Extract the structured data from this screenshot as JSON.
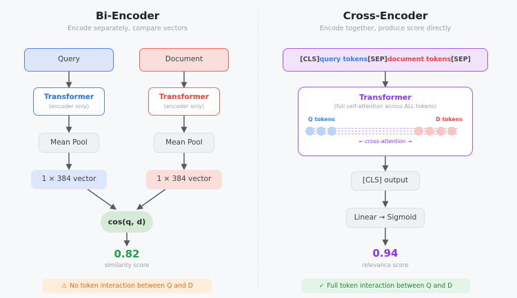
{
  "panels": {
    "left": {
      "title": "Bi-Encoder",
      "subtitle": "Encode separately, compare vectors",
      "query_box": "Query",
      "document_box": "Document",
      "transformer_q_title": "Transformer",
      "transformer_q_sub": "(encoder only)",
      "transformer_d_title": "Transformer",
      "transformer_d_sub": "(encoder only)",
      "mean_pool_q": "Mean Pool",
      "mean_pool_d": "Mean Pool",
      "vector_q": "1 × 384 vector",
      "vector_d": "1 × 384 vector",
      "cos_node": "cos(q, d)",
      "score_value": "0.82",
      "score_caption": "similarity score",
      "banner_icon": "⚠",
      "banner_text": "No token interaction between Q and D"
    },
    "right": {
      "title": "Cross-Encoder",
      "subtitle": "Encode together, produce score directly",
      "token_string": {
        "cls_open": "[CLS]",
        "query_tokens": "query tokens",
        "sep_mid": "[SEP]",
        "document_tokens": "document tokens",
        "sep_end": "[SEP]"
      },
      "transformer_title": "Transformer",
      "transformer_sub": "(full self-attention across ALL tokens)",
      "q_tokens_label": "Q tokens",
      "d_tokens_label": "D tokens",
      "cross_attention_label": "← cross-attention →",
      "cls_output": "[CLS] output",
      "linear_sigmoid": "Linear → Sigmoid",
      "score_value": "0.94",
      "score_caption": "relevance score",
      "banner_icon": "✓",
      "banner_text": "Full token interaction between Q and D"
    }
  },
  "token_dots": {
    "q_count": 3,
    "d_count": 4,
    "q_color": "#b9d4fb",
    "d_color": "#fbc5c1"
  },
  "colors": {
    "background": "#f7f8f9",
    "blue": "#4f86f7",
    "red": "#f4645a",
    "purple": "#a855f7",
    "green_score": "#16a34a",
    "purple_score": "#8b35f0",
    "warn_bg": "#fdeedb",
    "ok_bg": "#e3f5e6"
  }
}
